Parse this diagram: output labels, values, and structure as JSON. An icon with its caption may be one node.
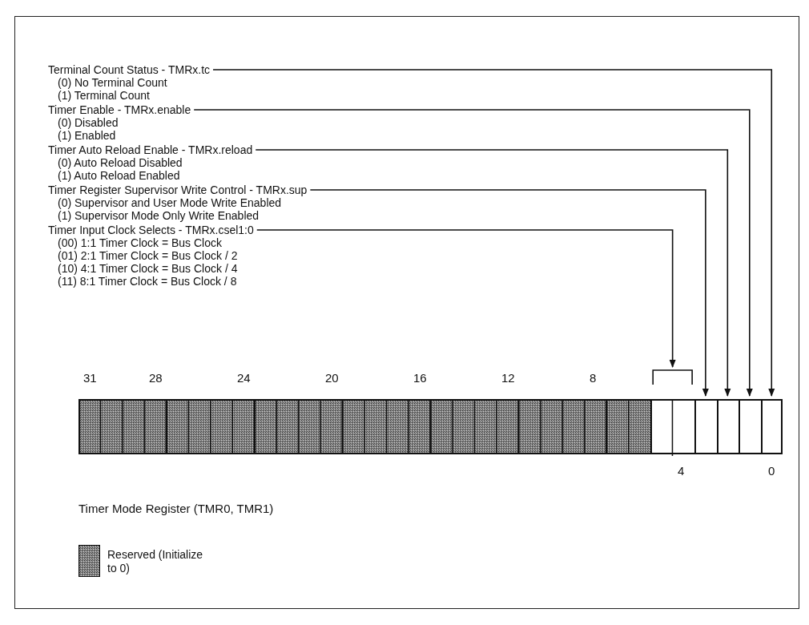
{
  "diagram": {
    "nodes": [
      {
        "text": [
          "Terminal Count Status - TMRx.tc",
          "(0) No Terminal Count",
          "(1) Terminal Count"
        ]
      },
      {
        "text": [
          "Timer Enable - TMRx.enable",
          "(0) Disabled",
          "(1) Enabled"
        ]
      },
      {
        "text": [
          "Timer Auto Reload Enable - TMRx.reload",
          "(0) Auto Reload Disabled",
          "(1) Auto Reload Enabled"
        ]
      },
      {
        "text": [
          "Timer Register Supervisor Write Control - TMRx.sup",
          "(0) Supervisor and User Mode Write Enabled",
          "(1) Supervisor Mode Only Write Enabled"
        ]
      },
      {
        "text": [
          "Timer Input Clock Selects - TMRx.csel1:0",
          "(00) 1:1 Timer Clock = Bus Clock",
          "(01) 2:1 Timer Clock = Bus Clock / 2",
          "(10) 4:1 Timer Clock = Bus Clock / 4",
          "(11) 8:1 Timer Clock = Bus Clock / 8"
        ]
      },
      {
        "text": [],
        "shape": "bar"
      },
      {
        "text": [],
        "shape": "box",
        "in": 5
      },
      {
        "text": [],
        "shape": "box",
        "in": 5
      },
      {
        "text": [],
        "shape": "box",
        "in": 5
      },
      {
        "text": [],
        "shape": "box",
        "in": 5
      },
      {
        "text": [],
        "shape": "box",
        "in": 5
      }
    ],
    "edges": [
      {
        "from": 0,
        "to": 10,
        "arrow": "to"
      },
      {
        "from": 1,
        "to": 9,
        "arrow": "to"
      },
      {
        "from": 2,
        "to": 8,
        "arrow": "to"
      },
      {
        "from": 3,
        "to": 7,
        "arrow": "to"
      },
      {
        "from": 4,
        "to": 6,
        "arrow": "to"
      }
    ],
    "labels": [
      "31",
      "28",
      "24",
      "20",
      "16",
      "12",
      "8",
      "4",
      "0",
      "Timer Mode Register (TMR0, TMR1)"
    ],
    "legend": [
      {
        "text": "Reserved (Initialize to 0)",
        "color": "#8a8a8a"
      }
    ]
  }
}
